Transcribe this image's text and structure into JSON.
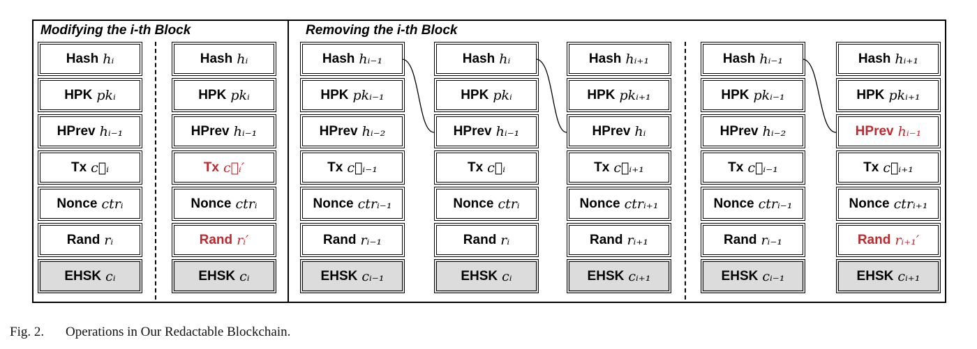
{
  "titles": {
    "modify": "Modifying the i-th Block",
    "remove": "Removing the i-th Block"
  },
  "caption": {
    "number": "Fig. 2.",
    "text": "Operations in Our Redactable Blockchain."
  },
  "highlight_color": "#c0282d",
  "blocks": [
    {
      "rows": [
        {
          "label": "Hash",
          "math": "hᵢ"
        },
        {
          "label": "HPK",
          "math": "pkᵢ"
        },
        {
          "label": "HPrev",
          "math": "hᵢ₋₁"
        },
        {
          "label": "Tx",
          "math": "c⃗ᵢ"
        },
        {
          "label": "Nonce",
          "math": "ctrᵢ"
        },
        {
          "label": "Rand",
          "math": "rᵢ"
        },
        {
          "label": "EHSK",
          "math": "cᵢ"
        }
      ]
    },
    {
      "rows": [
        {
          "label": "Hash",
          "math": "hᵢ"
        },
        {
          "label": "HPK",
          "math": "pkᵢ"
        },
        {
          "label": "HPrev",
          "math": "hᵢ₋₁"
        },
        {
          "label": "Tx",
          "math": "c⃗ᵢ′"
        },
        {
          "label": "Nonce",
          "math": "ctrᵢ"
        },
        {
          "label": "Rand",
          "math": "rᵢ′"
        },
        {
          "label": "EHSK",
          "math": "cᵢ"
        }
      ]
    },
    {
      "rows": [
        {
          "label": "Hash",
          "math": "hᵢ₋₁"
        },
        {
          "label": "HPK",
          "math": "pkᵢ₋₁"
        },
        {
          "label": "HPrev",
          "math": "hᵢ₋₂"
        },
        {
          "label": "Tx",
          "math": "c⃗ᵢ₋₁"
        },
        {
          "label": "Nonce",
          "math": "ctrᵢ₋₁"
        },
        {
          "label": "Rand",
          "math": "rᵢ₋₁"
        },
        {
          "label": "EHSK",
          "math": "cᵢ₋₁"
        }
      ]
    },
    {
      "rows": [
        {
          "label": "Hash",
          "math": "hᵢ"
        },
        {
          "label": "HPK",
          "math": "pkᵢ"
        },
        {
          "label": "HPrev",
          "math": "hᵢ₋₁"
        },
        {
          "label": "Tx",
          "math": "c⃗ᵢ"
        },
        {
          "label": "Nonce",
          "math": "ctrᵢ"
        },
        {
          "label": "Rand",
          "math": "rᵢ"
        },
        {
          "label": "EHSK",
          "math": "cᵢ"
        }
      ]
    },
    {
      "rows": [
        {
          "label": "Hash",
          "math": "hᵢ₊₁"
        },
        {
          "label": "HPK",
          "math": "pkᵢ₊₁"
        },
        {
          "label": "HPrev",
          "math": "hᵢ"
        },
        {
          "label": "Tx",
          "math": "c⃗ᵢ₊₁"
        },
        {
          "label": "Nonce",
          "math": "ctrᵢ₊₁"
        },
        {
          "label": "Rand",
          "math": "rᵢ₊₁"
        },
        {
          "label": "EHSK",
          "math": "cᵢ₊₁"
        }
      ]
    },
    {
      "rows": [
        {
          "label": "Hash",
          "math": "hᵢ₋₁"
        },
        {
          "label": "HPK",
          "math": "pkᵢ₋₁"
        },
        {
          "label": "HPrev",
          "math": "hᵢ₋₂"
        },
        {
          "label": "Tx",
          "math": "c⃗ᵢ₋₁"
        },
        {
          "label": "Nonce",
          "math": "ctrᵢ₋₁"
        },
        {
          "label": "Rand",
          "math": "rᵢ₋₁"
        },
        {
          "label": "EHSK",
          "math": "cᵢ₋₁"
        }
      ]
    },
    {
      "rows": [
        {
          "label": "Hash",
          "math": "hᵢ₊₁"
        },
        {
          "label": "HPK",
          "math": "pkᵢ₊₁"
        },
        {
          "label": "HPrev",
          "math": "hᵢ₋₁"
        },
        {
          "label": "Tx",
          "math": "c⃗ᵢ₊₁"
        },
        {
          "label": "Nonce",
          "math": "ctrᵢ₊₁"
        },
        {
          "label": "Rand",
          "math": "rᵢ₊₁′"
        },
        {
          "label": "EHSK",
          "math": "cᵢ₊₁"
        }
      ]
    }
  ]
}
